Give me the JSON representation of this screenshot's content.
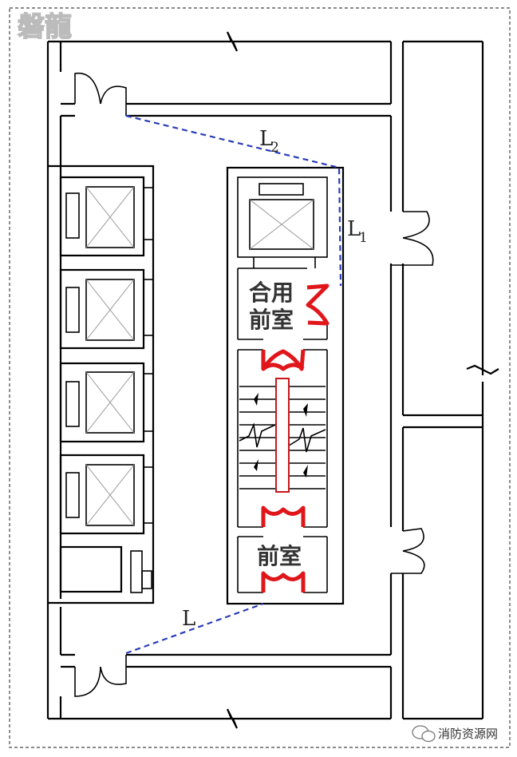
{
  "watermark": "磐龍",
  "rooms": {
    "shared_anteroom_line1": "合用",
    "shared_anteroom_line2": "前室",
    "anteroom": "前室"
  },
  "distances": {
    "l1_main": "L",
    "l1_sub": "1",
    "l2_main": "L",
    "l2_sub": "2",
    "l": "L"
  },
  "source": {
    "icon": "wechat-icon",
    "label": "消防资源网"
  },
  "colors": {
    "fire_door": "#e0161b",
    "evacuation_route": "#2a3db8",
    "wall": "#000000"
  }
}
